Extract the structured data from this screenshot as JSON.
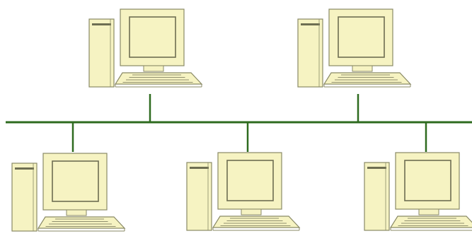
{
  "diagram": {
    "type": "bus-network-topology",
    "colors": {
      "background": "#ffffff",
      "bus_line": "#2e6b1f",
      "bus_shadow": "#d6d6d6",
      "computer_fill": "#f6f3c2",
      "computer_stroke": "#8a8a66",
      "screen_fill": "#f6f3c2",
      "detail_stroke": "#6e6e52"
    },
    "computers": [
      {
        "id": "top-left-computer",
        "row": "top"
      },
      {
        "id": "top-right-computer",
        "row": "top"
      },
      {
        "id": "bottom-left-computer",
        "row": "bottom"
      },
      {
        "id": "bottom-middle-computer",
        "row": "bottom"
      },
      {
        "id": "bottom-right-computer",
        "row": "bottom"
      }
    ]
  }
}
